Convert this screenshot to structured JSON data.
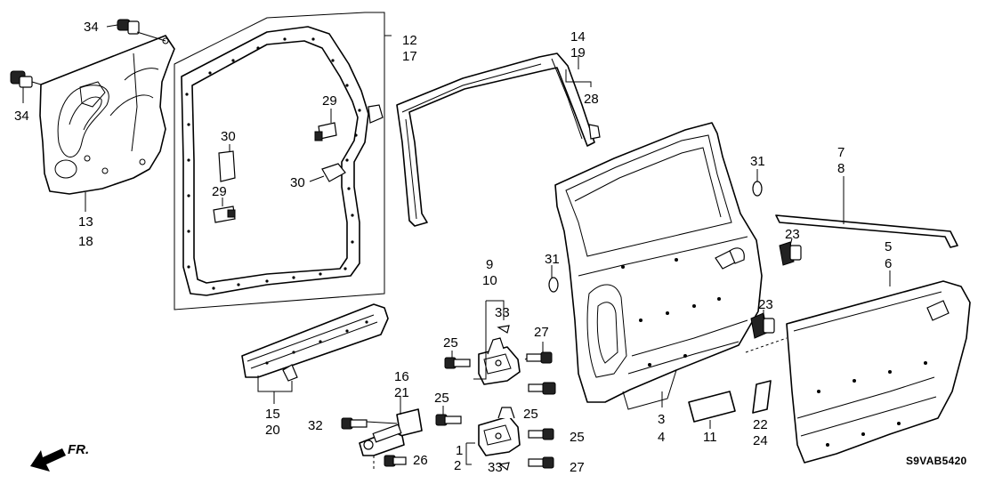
{
  "diagram": {
    "code": "S9VAB5420",
    "direction_label": "FR.",
    "labels": [
      {
        "id": "34a",
        "text": "34"
      },
      {
        "id": "34b",
        "text": "34"
      },
      {
        "id": "13",
        "text": "13"
      },
      {
        "id": "18",
        "text": "18"
      },
      {
        "id": "12",
        "text": "12"
      },
      {
        "id": "17",
        "text": "17"
      },
      {
        "id": "29a",
        "text": "29"
      },
      {
        "id": "29b",
        "text": "29"
      },
      {
        "id": "30a",
        "text": "30"
      },
      {
        "id": "30b",
        "text": "30"
      },
      {
        "id": "14",
        "text": "14"
      },
      {
        "id": "19",
        "text": "19"
      },
      {
        "id": "28",
        "text": "28"
      },
      {
        "id": "31a",
        "text": "31"
      },
      {
        "id": "31b",
        "text": "31"
      },
      {
        "id": "7",
        "text": "7"
      },
      {
        "id": "8",
        "text": "8"
      },
      {
        "id": "23a",
        "text": "23"
      },
      {
        "id": "23b",
        "text": "23"
      },
      {
        "id": "5",
        "text": "5"
      },
      {
        "id": "6",
        "text": "6"
      },
      {
        "id": "9",
        "text": "9"
      },
      {
        "id": "10",
        "text": "10"
      },
      {
        "id": "33a",
        "text": "33"
      },
      {
        "id": "33b",
        "text": "33"
      },
      {
        "id": "27a",
        "text": "27"
      },
      {
        "id": "27b",
        "text": "27"
      },
      {
        "id": "25a",
        "text": "25"
      },
      {
        "id": "25b",
        "text": "25"
      },
      {
        "id": "25c",
        "text": "25"
      },
      {
        "id": "25d",
        "text": "25"
      },
      {
        "id": "16",
        "text": "16"
      },
      {
        "id": "21",
        "text": "21"
      },
      {
        "id": "15",
        "text": "15"
      },
      {
        "id": "20",
        "text": "20"
      },
      {
        "id": "32",
        "text": "32"
      },
      {
        "id": "26",
        "text": "26"
      },
      {
        "id": "1",
        "text": "1"
      },
      {
        "id": "2",
        "text": "2"
      },
      {
        "id": "3",
        "text": "3"
      },
      {
        "id": "4",
        "text": "4"
      },
      {
        "id": "11",
        "text": "11"
      },
      {
        "id": "22",
        "text": "22"
      },
      {
        "id": "24",
        "text": "24"
      }
    ]
  }
}
